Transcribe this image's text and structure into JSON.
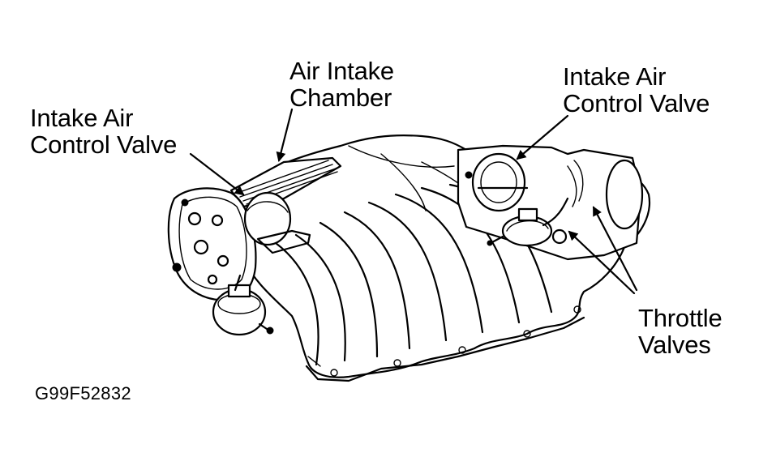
{
  "labels": {
    "air_intake_chamber": [
      "Air Intake",
      "Chamber"
    ],
    "left_control_valve": [
      "Intake Air",
      "Control Valve"
    ],
    "right_control_valve": [
      "Intake Air",
      "Control Valve"
    ],
    "throttle_valves": [
      "Throttle",
      "Valves"
    ]
  },
  "figure_code": "G99F52832",
  "colors": {
    "ink": "#000000",
    "paper": "#ffffff"
  }
}
